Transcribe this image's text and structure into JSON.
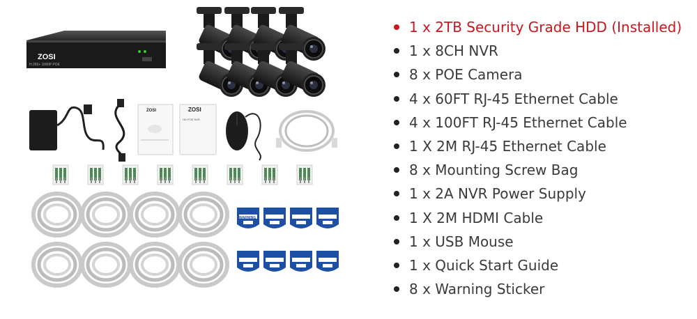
{
  "brand": "ZOSI",
  "sticker_text": "WARNING",
  "nvr_label": "H.265+ 1080P POE",
  "manual_title": "HD POE NVR",
  "colors": {
    "highlight": "#c8161d",
    "text": "#3a3a3a"
  },
  "items": [
    {
      "text": "1 x 2TB Security Grade HDD (Installed)",
      "highlight": true
    },
    {
      "text": "1 x 8CH NVR"
    },
    {
      "text": "8 x POE Camera"
    },
    {
      "text": "4 x 60FT RJ-45 Ethernet Cable"
    },
    {
      "text": "4 x 100FT RJ-45 Ethernet Cable"
    },
    {
      "text": "1 X 2M RJ-45 Ethernet Cable"
    },
    {
      "text": "8 x Mounting Screw Bag"
    },
    {
      "text": "1 x 2A NVR Power Supply"
    },
    {
      "text": "1 X 2M HDMI Cable"
    },
    {
      "text": "1 x USB Mouse"
    },
    {
      "text": "1 x Quick Start Guide"
    },
    {
      "text": "8 x Warning Sticker"
    }
  ]
}
